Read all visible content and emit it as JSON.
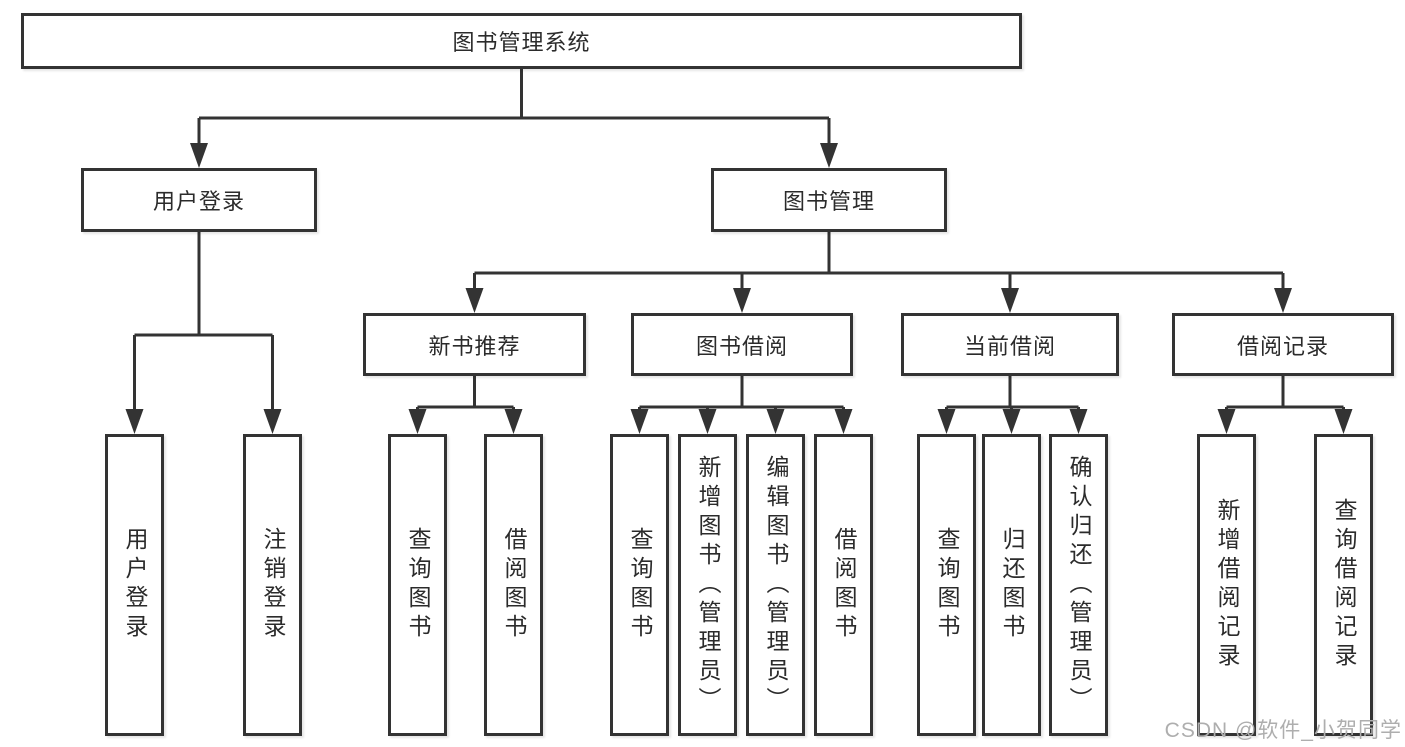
{
  "diagram": {
    "title": "图书管理系统",
    "root": {
      "label": "图书管理系统"
    },
    "branches": [
      {
        "label": "用户登录",
        "children": [
          "用户登录",
          "注销登录"
        ]
      },
      {
        "label": "图书管理",
        "groups": [
          {
            "label": "新书推荐",
            "children": [
              "查询图书",
              "借阅图书"
            ]
          },
          {
            "label": "图书借阅",
            "children": [
              "查询图书",
              "新增图书（管理员）",
              "编辑图书（管理员）",
              "借阅图书"
            ]
          },
          {
            "label": "当前借阅",
            "children": [
              "查询图书",
              "归还图书",
              "确认归还（管理员）"
            ]
          },
          {
            "label": "借阅记录",
            "children": [
              "新增借阅记录",
              "查询借阅记录"
            ]
          }
        ]
      }
    ]
  },
  "watermark": "CSDN @软件_小贺同学",
  "colors": {
    "line": "#333333",
    "text": "#2b2b2b",
    "watermark": "#aeaeae",
    "background": "#ffffff"
  }
}
